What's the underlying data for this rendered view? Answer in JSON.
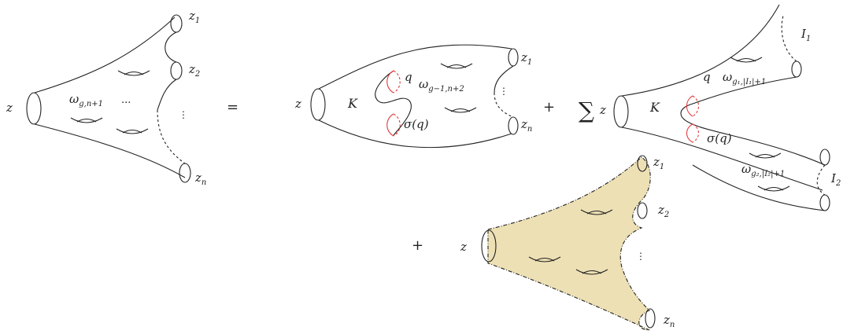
{
  "colors": {
    "line": "#222222",
    "cut_curve": "#e23b3b",
    "shaded_surface": "#ede0b4"
  },
  "equation": {
    "equals": "=",
    "plus": "+",
    "sum": "∑"
  },
  "lhs": {
    "z": "z",
    "omega": "ω",
    "omega_sub": "g,n+1",
    "dots": "...",
    "z1": "z",
    "z1_sub": "1",
    "z2": "z",
    "z2_sub": "2",
    "vdots": "⋮",
    "zn": "z",
    "zn_sub": "n"
  },
  "term1": {
    "z": "z",
    "K": "K",
    "q": "q",
    "sigma_q": "σ(q)",
    "omega": "ω",
    "omega_sub": "g−1,n+2",
    "z1": "z",
    "z1_sub": "1",
    "vdots": "⋮",
    "zn": "z",
    "zn_sub": "n"
  },
  "term2": {
    "z": "z",
    "K": "K",
    "q": "q",
    "sigma_q": "σ(q)",
    "omega1": "ω",
    "omega1_sub": "g₁,|I₁|+1",
    "omega2": "ω",
    "omega2_sub": "g₂,|I₂|+1",
    "I1": "I",
    "I1_sub": "1",
    "I2": "I",
    "I2_sub": "2"
  },
  "term3": {
    "z": "z",
    "z1": "z",
    "z1_sub": "1",
    "z2": "z",
    "z2_sub": "2",
    "vdots": "⋮",
    "zn": "z",
    "zn_sub": "n"
  }
}
